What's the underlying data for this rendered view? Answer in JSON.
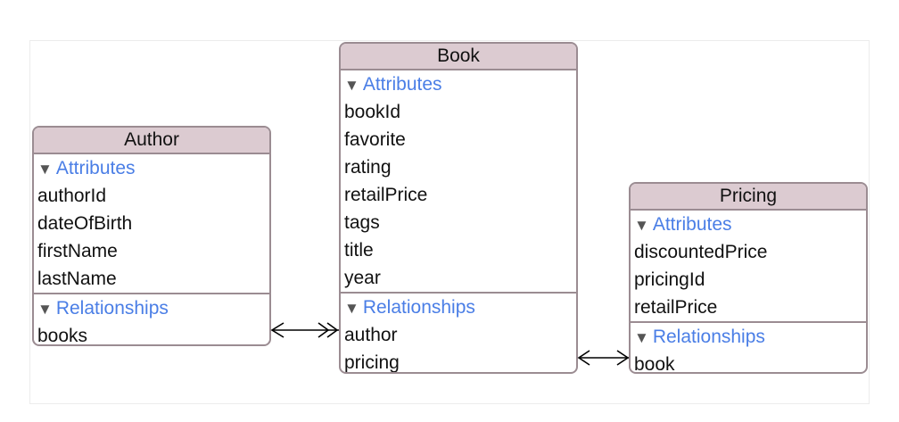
{
  "entities": {
    "author": {
      "title": "Author",
      "attributes_label": "Attributes",
      "attributes": [
        "authorId",
        "dateOfBirth",
        "firstName",
        "lastName"
      ],
      "relationships_label": "Relationships",
      "relationships": [
        "books"
      ]
    },
    "book": {
      "title": "Book",
      "attributes_label": "Attributes",
      "attributes": [
        "bookId",
        "favorite",
        "rating",
        "retailPrice",
        "tags",
        "title",
        "year"
      ],
      "relationships_label": "Relationships",
      "relationships": [
        "author",
        "pricing"
      ]
    },
    "pricing": {
      "title": "Pricing",
      "attributes_label": "Attributes",
      "attributes": [
        "discountedPrice",
        "pricingId",
        "retailPrice"
      ],
      "relationships_label": "Relationships",
      "relationships": [
        "book"
      ]
    }
  },
  "colors": {
    "header_bg": "#dccbd1",
    "border": "#9b8c92",
    "section_label": "#4a7ee6"
  },
  "icons": {
    "section_toggle": "disclosure-triangle-icon"
  }
}
